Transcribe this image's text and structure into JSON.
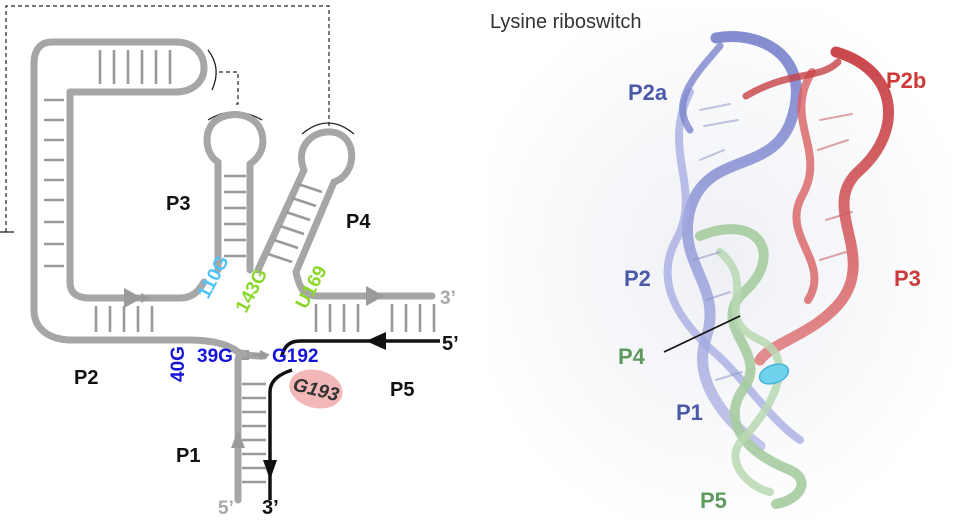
{
  "diagram": {
    "helices": {
      "p1": "P1",
      "p2": "P2",
      "p3": "P3",
      "p4": "P4",
      "p5": "P5"
    },
    "ends": {
      "top_three_prime": "3’",
      "right_five_prime": "5’",
      "bottom_five_prime": "5’",
      "bottom_three_prime": "3’"
    },
    "nucleotides": {
      "n110": {
        "text": "110G",
        "color": "#4fc3f7"
      },
      "n143": {
        "text": "143G",
        "color": "#8bd82a"
      },
      "n169": {
        "text": "U169",
        "color": "#8bd82a"
      },
      "n40": {
        "text": "40G",
        "color": "#1515d8"
      },
      "n39": {
        "text": "39G",
        "color": "#1515d8"
      },
      "n192": {
        "text": "G192",
        "color": "#1515d8"
      },
      "n193": {
        "text": "G193",
        "color": "#333333",
        "highlight": "#f2b8b8"
      }
    }
  },
  "structure": {
    "title": "Lysine riboswitch",
    "labels": {
      "p2a": {
        "text": "P2a",
        "color": "#4a5aa8"
      },
      "p2b": {
        "text": "P2b",
        "color": "#cc3a3a"
      },
      "p2": {
        "text": "P2",
        "color": "#4a5aa8"
      },
      "p3": {
        "text": "P3",
        "color": "#cc3a3a"
      },
      "p4": {
        "text": "P4",
        "color": "#5e9a5e"
      },
      "p1": {
        "text": "P1",
        "color": "#4a5aa8"
      },
      "p5": {
        "text": "P5",
        "color": "#5e9a5e"
      }
    },
    "colors": {
      "blue_strand": "#8a92d6",
      "red_strand": "#d0484a",
      "green_strand": "#a6cca0",
      "ligand": "#6fd3ee"
    }
  }
}
